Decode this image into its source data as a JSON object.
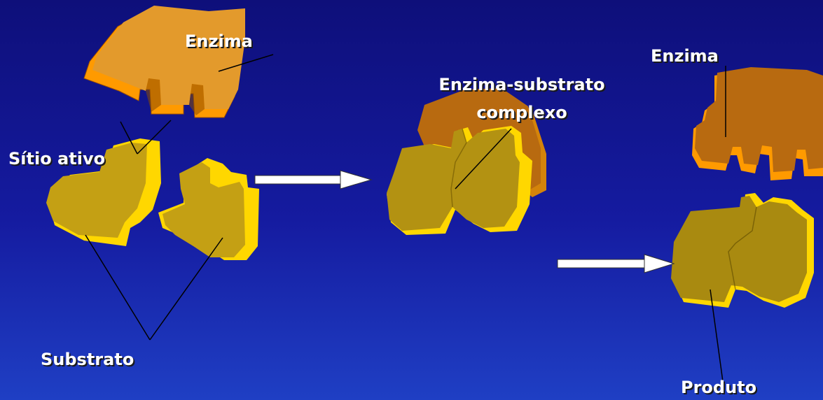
{
  "labels": {
    "enzyme_left": "Enzima",
    "active_site": "Sítio ativo",
    "substrate": "Substrato",
    "complex_line1": "Enzima-substrato",
    "complex_line2": "complexo",
    "enzyme_right": "Enzima",
    "product": "Produto"
  },
  "colors": {
    "background_top": "#0e0f7a",
    "background_bottom": "#1f3fc4",
    "enzyme_face": "#e39a2c",
    "enzyme_side": "#ff9a00",
    "complex_enzyme_face": "#b86a10",
    "substrate_face": "#c4a014",
    "substrate_side": "#ffd700",
    "product_face": "#a98a10",
    "arrow": "#ffffff",
    "text": "#ffffff"
  }
}
